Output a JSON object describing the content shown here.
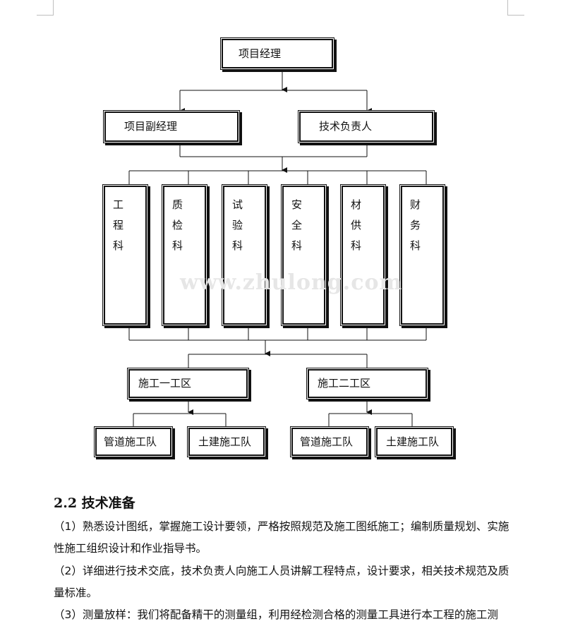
{
  "org_chart": {
    "top": "项目经理",
    "level2": [
      "项目副经理",
      "技术负责人"
    ],
    "departments": [
      {
        "chars": [
          "工",
          "程",
          "科"
        ]
      },
      {
        "chars": [
          "质",
          "检",
          "科"
        ]
      },
      {
        "chars": [
          "试",
          "验",
          "科"
        ]
      },
      {
        "chars": [
          "安",
          "全",
          "科"
        ]
      },
      {
        "chars": [
          "材",
          "供",
          "科"
        ]
      },
      {
        "chars": [
          "财",
          "务",
          "科"
        ]
      }
    ],
    "zones": [
      "施工一工区",
      "施工二工区"
    ],
    "teams": [
      "管道施工队",
      "土建施工队",
      "管道施工队",
      "土建施工队"
    ]
  },
  "watermark": "www.zhulong.com",
  "section": {
    "heading": "2.2 技术准备",
    "paragraphs": [
      "（1）熟悉设计图纸，掌握施工设计要领，严格按照规范及施工图纸施工；编制质量规划、实施性施工组织设计和作业指导书。",
      "（2）详细进行技术交底，技术负责人向施工人员讲解工程特点，设计要求，相关技术规范及质量标准。",
      "（3）测量放样：我们将配备精干的测量组，利用经检测合格的测量工具进行本工程的施工测"
    ]
  }
}
